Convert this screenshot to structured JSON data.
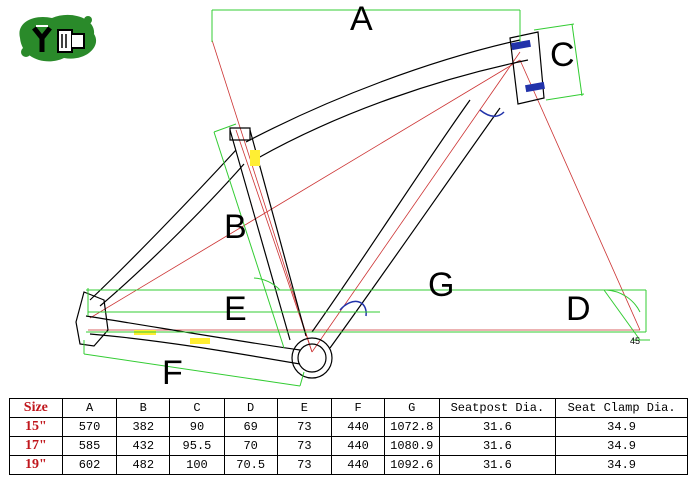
{
  "dimension_labels": {
    "a": "A",
    "b": "B",
    "c": "C",
    "d": "D",
    "e": "E",
    "f": "F",
    "g": "G"
  },
  "angle_label": "45",
  "colors": {
    "frame_line": "#000000",
    "dimension_line": "#33cc33",
    "center_line": "#cc3333",
    "highlight_blue": "#2233aa",
    "highlight_yellow": "#ffee33",
    "logo_green": "#2a8a2a",
    "size_text": "#c0161c"
  },
  "logo_icon": "leaf-logo-icon",
  "table": {
    "headers": [
      "Size",
      "A",
      "B",
      "C",
      "D",
      "E",
      "F",
      "G",
      "Seatpost Dia.",
      "Seat Clamp Dia."
    ],
    "rows": [
      [
        "15\"",
        "570",
        "382",
        "90",
        "69",
        "73",
        "440",
        "1072.8",
        "31.6",
        "34.9"
      ],
      [
        "17\"",
        "585",
        "432",
        "95.5",
        "70",
        "73",
        "440",
        "1080.9",
        "31.6",
        "34.9"
      ],
      [
        "19\"",
        "602",
        "482",
        "100",
        "70.5",
        "73",
        "440",
        "1092.6",
        "31.6",
        "34.9"
      ]
    ]
  }
}
